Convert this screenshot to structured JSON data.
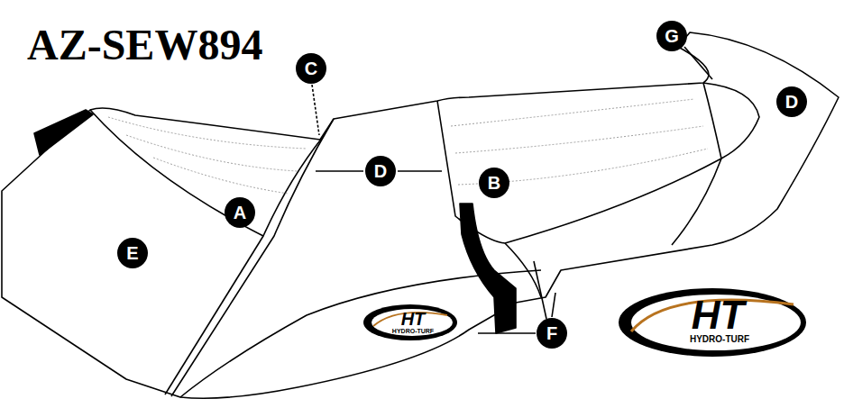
{
  "diagram": {
    "title": "AZ-SEW894",
    "labels": [
      "C",
      "G",
      "D",
      "D",
      "B",
      "A",
      "E",
      "F",
      "HT",
      "HYDRO-TURF",
      "HT",
      "HYDRO-TURF"
    ]
  }
}
